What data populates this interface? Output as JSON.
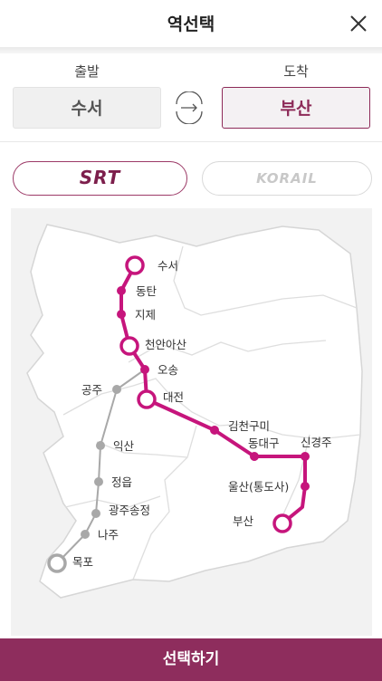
{
  "header": {
    "title": "역선택",
    "close_icon": "close-icon"
  },
  "route": {
    "departure_label": "출발",
    "arrival_label": "도착",
    "departure_station": "수서",
    "arrival_station": "부산",
    "swap_icon": "swap-arrow-icon"
  },
  "operators": {
    "srt_logo": "SRT",
    "korail_logo": "KORAIL",
    "selected": "SRT"
  },
  "map": {
    "srt_stations": [
      "수서",
      "동탄",
      "지제",
      "천안아산",
      "오송",
      "대전",
      "김천구미",
      "동대구",
      "신경주",
      "울산(통도사)",
      "부산"
    ],
    "other_stations": [
      "공주",
      "익산",
      "정읍",
      "광주송정",
      "나주",
      "목포"
    ],
    "colors": {
      "srt_line": "#c6157c",
      "other_line": "#a8a8a8"
    }
  },
  "footer": {
    "select_button": "선택하기"
  },
  "theme": {
    "accent": "#8e2d5d"
  }
}
